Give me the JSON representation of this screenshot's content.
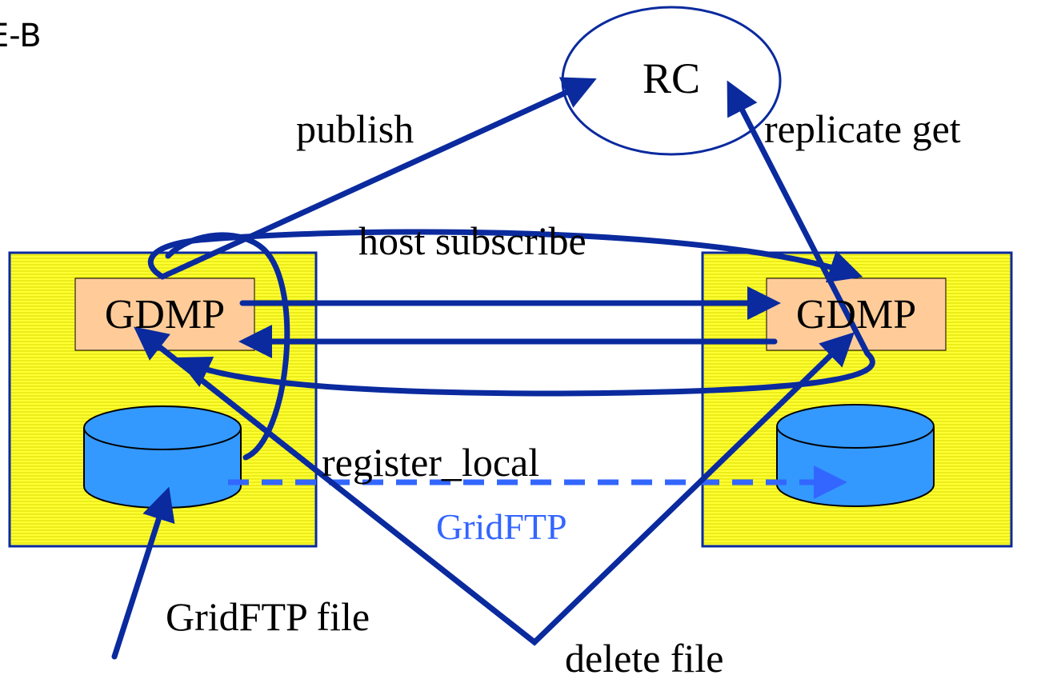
{
  "title_fragment": "E-B",
  "nodes": {
    "replica_catalog": "RC",
    "gdmp_left": "GDMP",
    "gdmp_right": "GDMP"
  },
  "labels": {
    "publish": "publish",
    "replicate_get": "replicate get",
    "host_subscribe": "host subscribe",
    "register_local": "register_local",
    "gridftp_transfer": "GridFTP",
    "gridftp_file": "GridFTP file",
    "delete_file": "delete file"
  },
  "colors": {
    "arrow": "#0a2a9e",
    "site_fill": "#ffff33",
    "gdmp_fill": "#ffcc99",
    "disk_fill": "#3399ff",
    "gridftp_text": "#3366ff",
    "gridftp_dash": "#3366ff"
  }
}
